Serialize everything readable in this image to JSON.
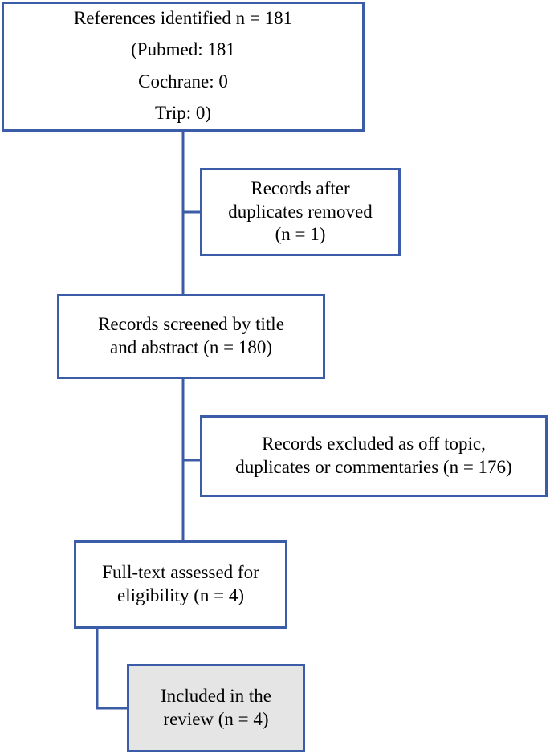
{
  "boxes": {
    "identified": {
      "lines": [
        "References identified  n = 181",
        "(Pubmed: 181",
        "Cochrane: 0",
        "Trip: 0)"
      ]
    },
    "duplicates_removed": {
      "lines": [
        "Records after",
        "duplicates removed",
        "(n = 1)"
      ]
    },
    "screened": {
      "lines": [
        "Records screened by title",
        "and abstract (n = 180)"
      ]
    },
    "excluded": {
      "lines": [
        "Records excluded as off topic,",
        "duplicates or commentaries (n = 176)"
      ]
    },
    "full_text": {
      "lines": [
        "Full-text assessed for",
        "eligibility (n = 4)"
      ]
    },
    "included": {
      "lines": [
        "Included in the",
        "review (n = 4)"
      ]
    }
  },
  "colors": {
    "border": "#3b5ca6",
    "final_fill": "#e5e5e5"
  }
}
